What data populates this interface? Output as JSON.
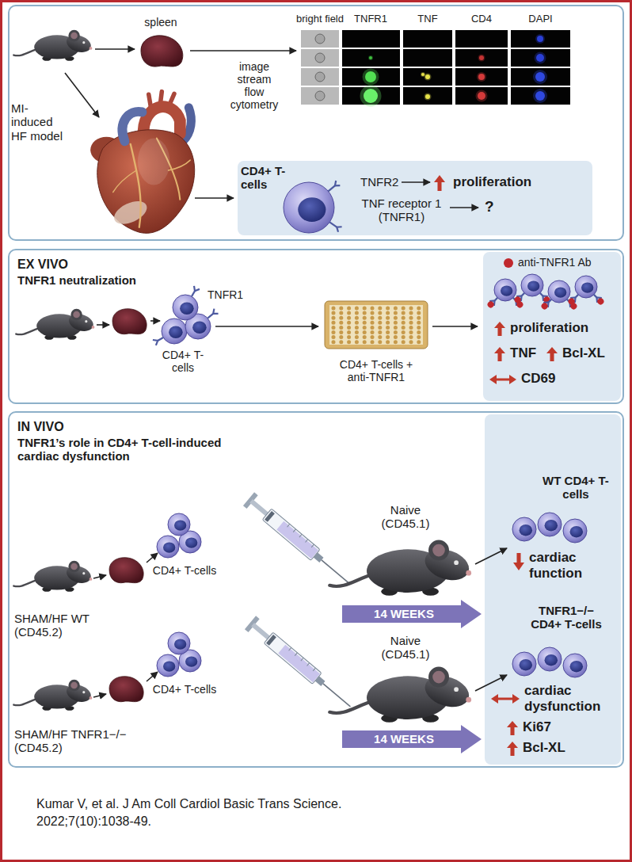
{
  "diagram": {
    "caption": "Kumar V, et al. J Am Coll Cardiol Basic Trans Science. 2022;7(10):1038-49.",
    "nodes": [
      {
        "text": [
          "spleen",
          "bright field",
          "TNFR1",
          "TNF",
          "CD4",
          "DAPI",
          "image stream flow cytometry",
          "MI-induced HF model"
        ]
      },
      {
        "text": [
          "CD4+ T-cells",
          "TNFR2",
          "proliferation",
          "TNF receptor 1 (TNFR1)",
          "?"
        ],
        "in": 0
      },
      {
        "text": [
          "EX VIVO",
          "TNFR1 neutralization",
          "TNFR1",
          "CD4+ T-cells",
          "CD4+ T-cells + anti-TNFR1"
        ]
      },
      {
        "text": [
          "anti-TNFR1 Ab",
          "proliferation",
          "TNF",
          "Bcl-XL",
          "CD69"
        ],
        "in": 2
      },
      {
        "text": [
          "IN VIVO",
          "TNFR1’s role in CD4+ T-cell-induced cardiac dysfunction",
          "SHAM/HF WT (CD45.2)",
          "CD4+ T-cells",
          "Naive (CD45.1)",
          "SHAM/HF TNFR1−/− (CD45.2)",
          "CD4+ T-cells",
          "Naive (CD45.1)"
        ]
      },
      {
        "text": [
          "14 WEEKS"
        ],
        "in": 4
      },
      {
        "text": [
          "14 WEEKS"
        ],
        "in": 4
      },
      {
        "text": [
          "WT CD4+ T-cells",
          "cardiac function",
          "TNFR1−/− CD4+ T-cells",
          "cardiac dysfunction",
          "Ki67",
          "Bcl-XL"
        ],
        "in": 4
      }
    ]
  }
}
